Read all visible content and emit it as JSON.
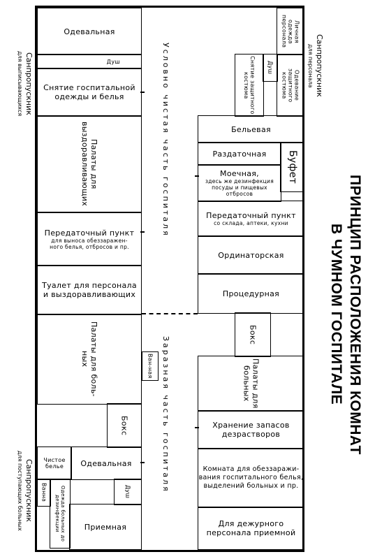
{
  "title": {
    "line1": "ПРИНЦИП РАСПОЛОЖЕНИЯ КОМНАТ",
    "line2": "В ЧУМНОМ ГОСПИТАЛЕ"
  },
  "side_labels": {
    "left_top": [
      "Санпропускник",
      "для выписывающихся"
    ],
    "left_bottom": [
      "Санпропускник",
      "для поступающих больных"
    ],
    "right_top": [
      "Санпропускник",
      "для персонала"
    ]
  },
  "corridor": {
    "clean": "Условно чистая часть госпиталя",
    "infectious": "Заразная часть госпиталя"
  },
  "left_rooms": {
    "odevalnaya_top": "Одевальная",
    "dush_top": "Душ",
    "snyatie": [
      "Снятие госпитальной",
      "одежды и белья"
    ],
    "palaty_vyzd": [
      "Палаты",
      "для",
      "выздоравливающих"
    ],
    "peredatochny_left": [
      "Передаточный пункт",
      "для выноса обеззаражен-",
      "ного белья, отбросов и пр."
    ],
    "tualet": [
      "Туалет для персонала",
      "и выздоравливающих"
    ],
    "palaty_bolnyh_left": [
      "Палаты",
      "для",
      "боль-",
      "ных"
    ],
    "vanna": "Ван-ная",
    "boks_left": "Бокс",
    "chistoe_bele": [
      "Чистое",
      "белье"
    ],
    "odevalnaya_bottom": "Одевальная",
    "dush_bottom": "Душ",
    "vanna_small": "Ванна",
    "odezhda_bolnyh": [
      "Одежда",
      "больных",
      "до",
      "дезинфекции"
    ],
    "priemnaya": "Приемная"
  },
  "right_rooms": {
    "lichnaya_odezhda": [
      "Личная",
      "одежда",
      "персонала"
    ],
    "dush_right": "Душ",
    "odevanie_kostuma": [
      "Одевание",
      "защитного",
      "костюма"
    ],
    "snyatie_kostuma": [
      "Снятие",
      "защитного",
      "костюма"
    ],
    "belevaya": "Бельевая",
    "razdatochnaya": "Раздаточная",
    "bufet": "Буфет",
    "moechnaya": "Моечная,",
    "moechnaya_note": "здесь же дезинфекция посуды и пищевых отбросов",
    "peredatochny_right": [
      "Передаточный пункт",
      "со склада, аптеки, кухни"
    ],
    "ordinatorskaya": "Ординаторская",
    "procedurnaya": "Процедурная",
    "boks_right": "Бокс",
    "palaty_bolnyh_right": [
      "Палаты",
      "для",
      "больных"
    ],
    "hranenie": [
      "Хранение запасов",
      "дезрастворов"
    ],
    "komnata_obezz": [
      "Комната для обеззаражи-",
      "вания госпитального белья,",
      "выделений больных и пр."
    ],
    "dezhurny": [
      "Для дежурного",
      "персонала приемной"
    ]
  }
}
